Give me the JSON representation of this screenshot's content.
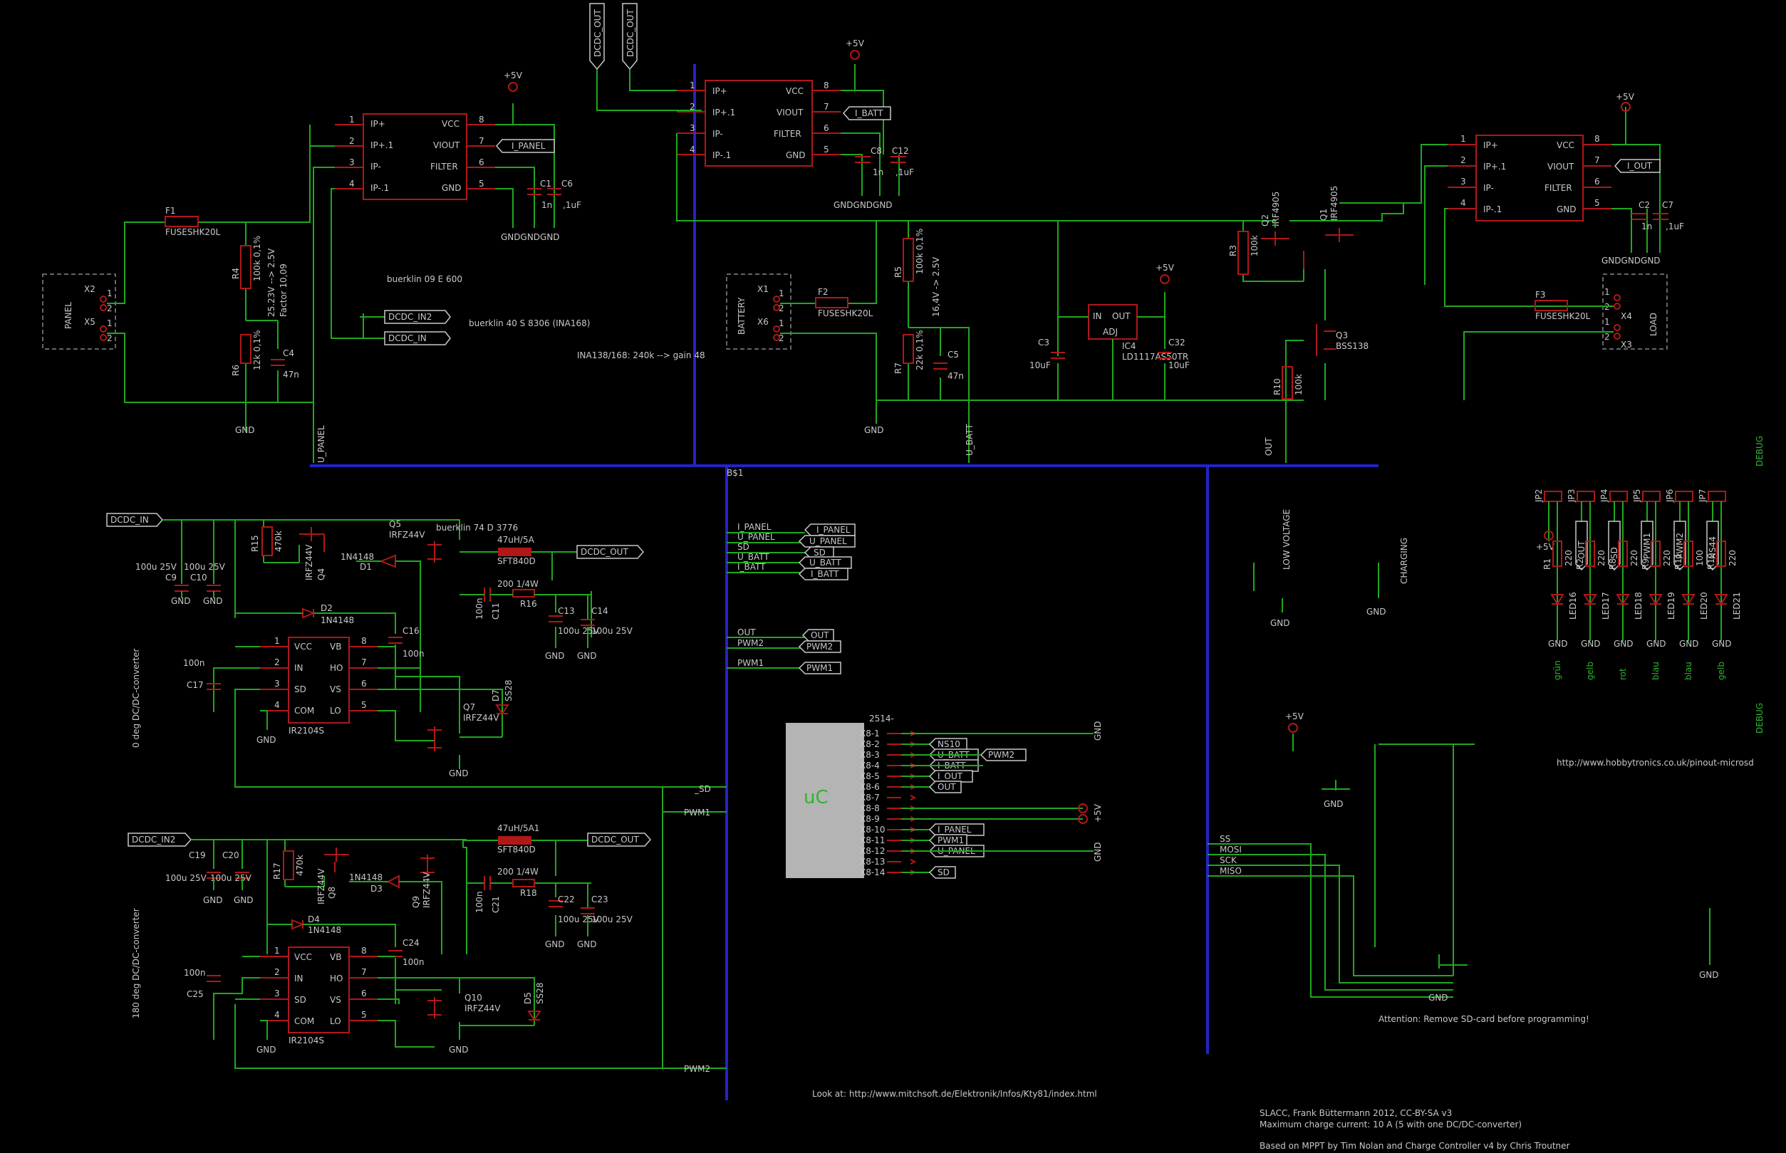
{
  "vcc": "+5V",
  "gnd": "GND",
  "ina_pins": [
    "IP+",
    "IP+.1",
    "IP-",
    "IP-.1",
    "VCC",
    "VIOUT",
    "FILTER",
    "GND"
  ],
  "ina_pin_numbers": [
    "1",
    "2",
    "3",
    "4",
    "8",
    "7",
    "6",
    "5"
  ],
  "panel_sense": {
    "net_out": "I_PANEL",
    "c_a": "C1",
    "c_a_val": "1n",
    "c_b": "C6",
    "c_b_val": ",1uF",
    "gnd_row": "GNDGNDGND"
  },
  "batt_sense": {
    "net_out": "I_BATT",
    "c_a": "C8",
    "c_a_val": "1n",
    "c_b": "C12",
    "c_b_val": ",1uF",
    "gnd_row": "GNDGNDGND"
  },
  "out_sense": {
    "net_out": "I_OUT",
    "c_a": "C2",
    "c_a_val": "1n",
    "c_b": "C7",
    "c_b_val": ",1uF",
    "gnd_row": "GNDGNDGND"
  },
  "dcdc_flags_top": [
    "DCDC_OUT",
    "DCDC_OUT"
  ],
  "panel": {
    "connector": "PANEL",
    "x2": "X2",
    "x5": "X5",
    "pin1": "1",
    "pin2": "2",
    "fuse": "F1",
    "fuse_part": "FUSESHK20L",
    "r4": "R4",
    "r4_val": "100k 0,1%",
    "div_note": "25.23V --> 2.5V",
    "div_factor": "Factor 10,09",
    "r6": "R6",
    "r6_val": "12k 0,1%",
    "c4": "C4",
    "c4_val": "47n",
    "u_net": "U_PANEL"
  },
  "notes": {
    "buerklin1": "buerklin 09 E 600",
    "buerklin2": "buerklin 40 S 8306 (INA168)",
    "ina_gain": "INA138/168: 240k --> gain 48",
    "buerklin3": "buerklin 74 D 3776"
  },
  "dcdc_in_flags": [
    "DCDC_IN2",
    "DCDC_IN"
  ],
  "battery": {
    "connector": "BATTERY",
    "x1": "X1",
    "x6": "X6",
    "fuse": "F2",
    "fuse_part": "FUSESHK20L",
    "r5": "R5",
    "r5_val": "100k 0,1%",
    "div_note": "16,4V -> 2.5V",
    "r7": "R7",
    "r7_val": "22k 0,1%",
    "c5": "C5",
    "c5_val": "47n",
    "u_net": "U_BATT"
  },
  "regulator": {
    "ic": "IC4",
    "part": "LD1117AS50TR",
    "in": "IN",
    "out": "OUT",
    "adj": "ADJ",
    "c3": "C3",
    "c3_val": "10uF",
    "c32": "C32",
    "c32_val": "10uF"
  },
  "load_switch": {
    "r3": "R3",
    "r3_val": "100k",
    "q2": "Q2",
    "q2_part": "IRF4905",
    "q1": "Q1",
    "q1_part": "IRF4905",
    "q3": "Q3",
    "q3_part": "BSS138",
    "r10": "R10",
    "r10_val": "100k",
    "out_net": "OUT"
  },
  "load": {
    "connector": "LOAD",
    "x4": "X4",
    "x3": "X3",
    "fuse": "F3",
    "fuse_part": "FUSESHK20L"
  },
  "bus_name": "B$1",
  "bus_labels_left": [
    "I_PANEL",
    "U_PANEL",
    "SD",
    "U_BATT",
    "I_BATT"
  ],
  "bus_flags_left": [
    "I_PANEL",
    "U_PANEL",
    "SD",
    "U_BATT",
    "I_BATT"
  ],
  "bus_labels_left2": [
    "OUT",
    "PWM2",
    "PWM1"
  ],
  "bus_flags_left2": [
    "OUT",
    "PWM2",
    "PWM1"
  ],
  "dcdc1": {
    "in_flag": "DCDC_IN",
    "out_flag": "DCDC_OUT",
    "c9": "C9",
    "c9_val": "100u 25V",
    "c10": "C10",
    "c10_val": "100u 25V",
    "r15": "R15",
    "r15_val": "470k",
    "q4": "Q4",
    "q4_part": "IRFZ44V",
    "q5": "Q5",
    "q5_part": "IRFZ44V",
    "d1": "D1",
    "d1_part": "1N4148",
    "l": "47uH/5A",
    "l_part": "SFT840D",
    "d2": "D2",
    "d2_part": "1N4148",
    "r16": "R16",
    "r16_val": "200 1/4W",
    "c11": "C11",
    "c11_val": "100n",
    "c13": "C13",
    "c13_val": "100u 25V",
    "c14": "C14",
    "c14_val": "100u 25V",
    "c16": "C16",
    "c16_val": "100n",
    "c17": "C17",
    "c17_val": "100n",
    "ic": "IR2104S",
    "q7": "Q7",
    "q7_part": "IRFZ44V",
    "d7": "D7",
    "d7_part": "SS28",
    "title": "0 deg DC/DC-converter"
  },
  "ir_pins": [
    "VCC",
    "IN",
    "SD",
    "COM",
    "VB",
    "HO",
    "VS",
    "LO"
  ],
  "ir_pin_numbers": [
    "1",
    "2",
    "3",
    "4",
    "8",
    "7",
    "6",
    "5"
  ],
  "dcdc2": {
    "in_flag": "DCDC_IN2",
    "out_flag": "DCDC_OUT",
    "c19": "C19",
    "c19_val": "100u 25V",
    "c20": "C20",
    "c20_val": "100u 25V",
    "r17": "R17",
    "r17_val": "470k",
    "q8": "Q8",
    "q8_part": "IRFZ44V",
    "q9": "Q9",
    "q9_part": "IRFZ44V",
    "d3": "D3",
    "d3_part": "1N4148",
    "l": "47uH/5A1",
    "l_part": "SFT840D",
    "d4": "D4",
    "d4_part": "1N4148",
    "r18": "R18",
    "r18_val": "200 1/4W",
    "c21": "C21",
    "c21_val": "100n",
    "c22": "C22",
    "c22_val": "100u 25V",
    "c23": "C23",
    "c23_val": "100u 25V",
    "c24": "C24",
    "c24_val": "100n",
    "c25": "C25",
    "c25_val": "100n",
    "ic": "IR2104S",
    "q10": "Q10",
    "q10_part": "IRFZ44V",
    "d5": "D5",
    "d5_part": "SS28",
    "title": "180 deg DC/DC-converter"
  },
  "sd_net": "_SD",
  "pwm1_net": "PWM1",
  "pwm2_net": "PWM2",
  "uc": {
    "label": "uC",
    "header": "2514-",
    "pins": [
      "X8-1",
      "X8-2",
      "X8-3",
      "X8-4",
      "X8-5",
      "X8-6",
      "X8-7",
      "X8-8",
      "X8-9",
      "X8-10",
      "X8-11",
      "X8-12",
      "X8-13",
      "X8-14"
    ],
    "flags": [
      "",
      "NS10",
      "U_BATT",
      "I_BATT",
      "I_OUT",
      "OUT",
      "",
      "",
      "",
      "I_PANEL",
      "PWM1",
      "U_PANEL",
      "",
      "SD"
    ],
    "right_flags": [
      "PWM2"
    ],
    "gnd_side": "GND",
    "v5_side": "+5V"
  },
  "status": {
    "low_voltage": "LOW VOLTAGE",
    "charging": "CHARGING"
  },
  "spi": [
    "SS",
    "MOSI",
    "SCK",
    "MISO"
  ],
  "debug": {
    "title": "DEBUG",
    "jumpers": [
      "JP2",
      "JP3",
      "JP4",
      "JP5",
      "JP6",
      "JP7"
    ],
    "resistors": [
      "R1",
      "R2",
      "R8",
      "R9",
      "R11",
      "R12"
    ],
    "res_vals": [
      "220",
      "220",
      "220",
      "220",
      "100",
      "220"
    ],
    "flags": [
      "",
      "OUT",
      "SD",
      "PWM1",
      "PWM2",
      "NS44"
    ],
    "leds": [
      "LED16",
      "LED17",
      "LED18",
      "LED19",
      "LED20",
      "LED21"
    ],
    "colors": [
      "grün",
      "gelb",
      "rot",
      "blau",
      "blau",
      "gelb"
    ]
  },
  "links": {
    "hobby": "http://www.hobbytronics.co.uk/pinout-microsd",
    "kty": "Look at: http://www.mitchsoft.de/Elektronik/Infos/Kty81/index.html"
  },
  "attention": "Attention: Remove SD-card before programming!",
  "credits": [
    "SLACC, Frank Büttermann 2012, CC-BY-SA v3",
    "Maximum charge current: 10 A (5 with one DC/DC-converter)",
    "Based on MPPT by Tim Nolan and Charge Controller v4 by Chris Troutner"
  ]
}
